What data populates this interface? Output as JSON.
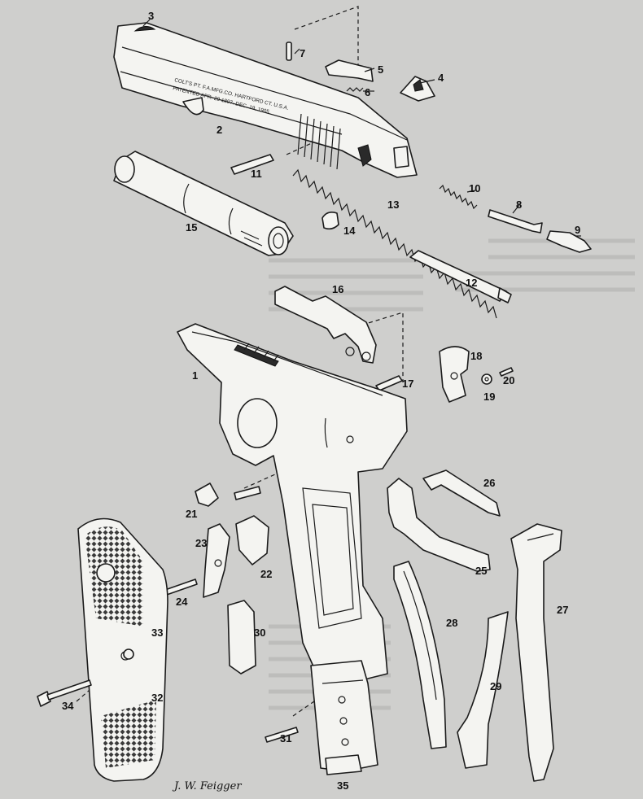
{
  "figure": {
    "background": "#cfcfcd",
    "line_color": "#1b1b1b",
    "part_fill": "#f4f4f1",
    "signature": "J. W. Feigger",
    "slide_stamp": [
      "COLT'S PT. F.A.MFG.CO. HARTFORD CT. U.S.A.",
      "PATENTED APR. 20 1897. DEC. 19, 1905"
    ]
  },
  "callouts": [
    {
      "id": "1"
    },
    {
      "id": "2"
    },
    {
      "id": "3"
    },
    {
      "id": "4"
    },
    {
      "id": "5"
    },
    {
      "id": "6"
    },
    {
      "id": "7"
    },
    {
      "id": "8"
    },
    {
      "id": "9"
    },
    {
      "id": "10"
    },
    {
      "id": "11"
    },
    {
      "id": "12"
    },
    {
      "id": "13"
    },
    {
      "id": "14"
    },
    {
      "id": "15"
    },
    {
      "id": "16"
    },
    {
      "id": "17"
    },
    {
      "id": "18"
    },
    {
      "id": "19"
    },
    {
      "id": "20"
    },
    {
      "id": "21"
    },
    {
      "id": "22"
    },
    {
      "id": "23"
    },
    {
      "id": "24"
    },
    {
      "id": "25"
    },
    {
      "id": "26"
    },
    {
      "id": "27"
    },
    {
      "id": "28"
    },
    {
      "id": "29"
    },
    {
      "id": "30"
    },
    {
      "id": "31"
    },
    {
      "id": "32"
    },
    {
      "id": "33"
    },
    {
      "id": "34"
    },
    {
      "id": "35"
    }
  ]
}
